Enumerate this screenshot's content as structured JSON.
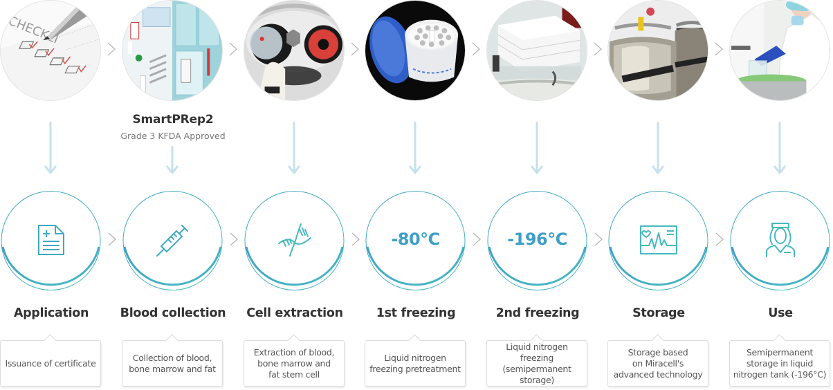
{
  "diagram": {
    "title": "Cell storage process",
    "connector_color": "#c6e1ec",
    "chevron_color": "#b8b8b8",
    "ring_gradient": [
      "#3f9fc7",
      "#45b9c0"
    ],
    "steps": [
      {
        "id": "application",
        "photo": "checklist-photo",
        "icon": "document-icon",
        "title": "Application",
        "description": "Issuance of certificate"
      },
      {
        "id": "blood-collection",
        "photo": "collection-kit-photo",
        "icon": "syringe-icon",
        "title": "Blood collection",
        "description": "Collection of blood,\nbone marrow and fat",
        "product_name": "SmartPRep2",
        "product_note": "Grade 3 KFDA Approved"
      },
      {
        "id": "cell-extraction",
        "photo": "centrifuge-photo",
        "icon": "dna-icon",
        "title": "Cell extraction",
        "description": "Extraction of blood,\nbone marrow and\nfat stem cell"
      },
      {
        "id": "first-freezing",
        "photo": "freezing-container-photo",
        "icon_text": "-80℃",
        "title": "1st freezing",
        "description": "Liquid nitrogen\nfreezing pretreatment"
      },
      {
        "id": "second-freezing",
        "photo": "rate-freezer-photo",
        "icon_text": "-196℃",
        "title": "2nd freezing",
        "description": "Liquid nitrogen freezing\n(semipermanent\nstorage)"
      },
      {
        "id": "storage",
        "photo": "nitrogen-tanks-photo",
        "icon": "monitor-heartbeat-icon",
        "title": "Storage",
        "description": "Storage based\non Miracell's\nadvanced technology"
      },
      {
        "id": "use",
        "photo": "lab-technician-photo",
        "icon": "nurse-icon",
        "title": "Use",
        "description": "Semipermanent\nstorage in liquid\nnitrogen tank (-196°C)"
      }
    ]
  }
}
